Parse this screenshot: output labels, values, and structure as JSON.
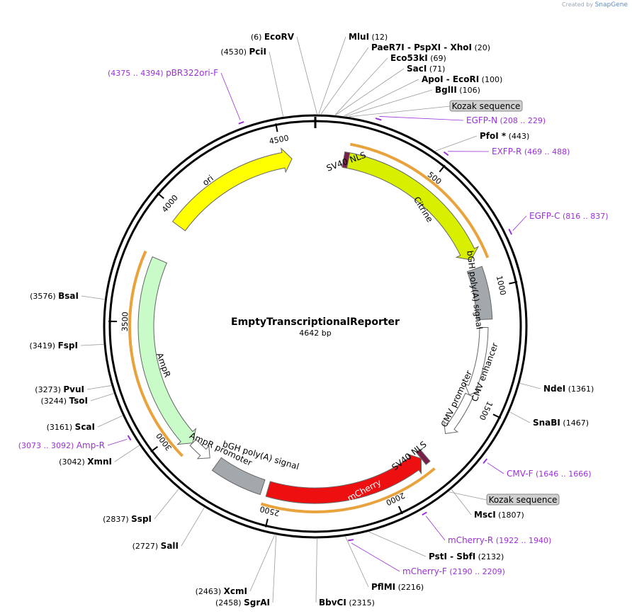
{
  "credit": {
    "prefix": "Created by",
    "brand": "SnapGene"
  },
  "plasmid": {
    "name": "EmptyTranscriptionalReporter",
    "length_label": "4642 bp",
    "length": 4642
  },
  "colors": {
    "backbone": "#000000",
    "enzyme_line": "#9a9a9a",
    "primer": "#9b30d9",
    "orf_outline": "#e8a33c",
    "citrine": "#d8f000",
    "mcherry": "#ee1010",
    "ori": "#ffff00",
    "ampr": "#c8fbc8",
    "polya": "#a3a8ad",
    "nls": "#7a1e4a",
    "promoter": "#ffffff"
  },
  "ticks": [
    {
      "pos": 500,
      "label": "500"
    },
    {
      "pos": 1000,
      "label": "1000"
    },
    {
      "pos": 1500,
      "label": "1500"
    },
    {
      "pos": 2000,
      "label": "2000"
    },
    {
      "pos": 2500,
      "label": "2500"
    },
    {
      "pos": 3000,
      "label": "3000"
    },
    {
      "pos": 3500,
      "label": "3500"
    },
    {
      "pos": 4000,
      "label": "4000"
    },
    {
      "pos": 4500,
      "label": "4500"
    }
  ],
  "enzymes": [
    {
      "name": "EcoRV",
      "pos_label": "(6)",
      "site": 6
    },
    {
      "name": "MluI",
      "pos_label": "(12)",
      "site": 12
    },
    {
      "name": "PaeR7I - PspXI - XhoI",
      "pos_label": "(20)",
      "site": 20
    },
    {
      "name": "Eco53kI",
      "pos_label": "(69)",
      "site": 69
    },
    {
      "name": "SacI",
      "pos_label": "(71)",
      "site": 71
    },
    {
      "name": "ApoI - EcoRI",
      "pos_label": "(100)",
      "site": 100
    },
    {
      "name": "BglII",
      "pos_label": "(106)",
      "site": 106
    },
    {
      "name": "PfoI *",
      "pos_label": "(443)",
      "site": 443
    },
    {
      "name": "NdeI",
      "pos_label": "(1361)",
      "site": 1361
    },
    {
      "name": "SnaBI",
      "pos_label": "(1467)",
      "site": 1467
    },
    {
      "name": "MscI",
      "pos_label": "(1807)",
      "site": 1807
    },
    {
      "name": "PstI - SbfI",
      "pos_label": "(2132)",
      "site": 2132
    },
    {
      "name": "PflMI",
      "pos_label": "(2216)",
      "site": 2216
    },
    {
      "name": "BbvCI",
      "pos_label": "(2315)",
      "site": 2315
    },
    {
      "name": "SgrAI",
      "pos_label": "(2458)",
      "site": 2458
    },
    {
      "name": "XcmI",
      "pos_label": "(2463)",
      "site": 2463
    },
    {
      "name": "SalI",
      "pos_label": "(2727)",
      "site": 2727
    },
    {
      "name": "SspI",
      "pos_label": "(2837)",
      "site": 2837
    },
    {
      "name": "XmnI",
      "pos_label": "(3042)",
      "site": 3042
    },
    {
      "name": "ScaI",
      "pos_label": "(3161)",
      "site": 3161
    },
    {
      "name": "TsoI",
      "pos_label": "(3244)",
      "site": 3244
    },
    {
      "name": "PvuI",
      "pos_label": "(3273)",
      "site": 3273
    },
    {
      "name": "FspI",
      "pos_label": "(3419)",
      "site": 3419
    },
    {
      "name": "BsaI",
      "pos_label": "(3576)",
      "site": 3576
    },
    {
      "name": "PciI",
      "pos_label": "(4530)",
      "site": 4530
    }
  ],
  "primers": [
    {
      "name": "EGFP-N",
      "range": "(208 .. 229)",
      "start": 208,
      "end": 229
    },
    {
      "name": "EXFP-R",
      "range": "(469 .. 488)",
      "start": 469,
      "end": 488
    },
    {
      "name": "EGFP-C",
      "range": "(816 .. 837)",
      "start": 816,
      "end": 837
    },
    {
      "name": "CMV-F",
      "range": "(1646 .. 1666)",
      "start": 1646,
      "end": 1666
    },
    {
      "name": "mCherry-R",
      "range": "(1922 .. 1940)",
      "start": 1922,
      "end": 1940
    },
    {
      "name": "mCherry-F",
      "range": "(2190 .. 2209)",
      "start": 2190,
      "end": 2209
    },
    {
      "name": "Amp-R",
      "range": "(3073 .. 3092)",
      "start": 3073,
      "end": 3092
    },
    {
      "name": "pBR322ori-F",
      "range": "(4375 .. 4394)",
      "start": 4375,
      "end": 4394
    }
  ],
  "boxed_features": [
    {
      "name": "Kozak sequence",
      "site": 118
    },
    {
      "name": "Kozak sequence",
      "site": 1820
    }
  ],
  "features": [
    {
      "name": "SV40 NLS",
      "start": 124,
      "end": 145,
      "kind": "nls"
    },
    {
      "name": "Citrine",
      "start": 145,
      "end": 862,
      "kind": "citrine"
    },
    {
      "name": "bGH poly(A) signal",
      "start": 905,
      "end": 1130,
      "kind": "polya"
    },
    {
      "name": "CMV enhancer",
      "start": 1165,
      "end": 1470,
      "kind": "promoter"
    },
    {
      "name": "CMV promoter",
      "start": 1470,
      "end": 1670,
      "kind": "promoter"
    },
    {
      "name": "SV40 NLS",
      "start": 1800,
      "end": 1822,
      "kind": "nls"
    },
    {
      "name": "mCherry",
      "start": 1822,
      "end": 2530,
      "kind": "mcherry"
    },
    {
      "name": "bGH poly(A) signal",
      "start": 2555,
      "end": 2780,
      "kind": "polya"
    },
    {
      "name": "AmpR promoter",
      "start": 2820,
      "end": 2920,
      "kind": "promoter"
    },
    {
      "name": "AmpR",
      "start": 2920,
      "end": 3780,
      "kind": "ampr"
    },
    {
      "name": "ori",
      "start": 3950,
      "end": 4540,
      "kind": "ori"
    }
  ]
}
